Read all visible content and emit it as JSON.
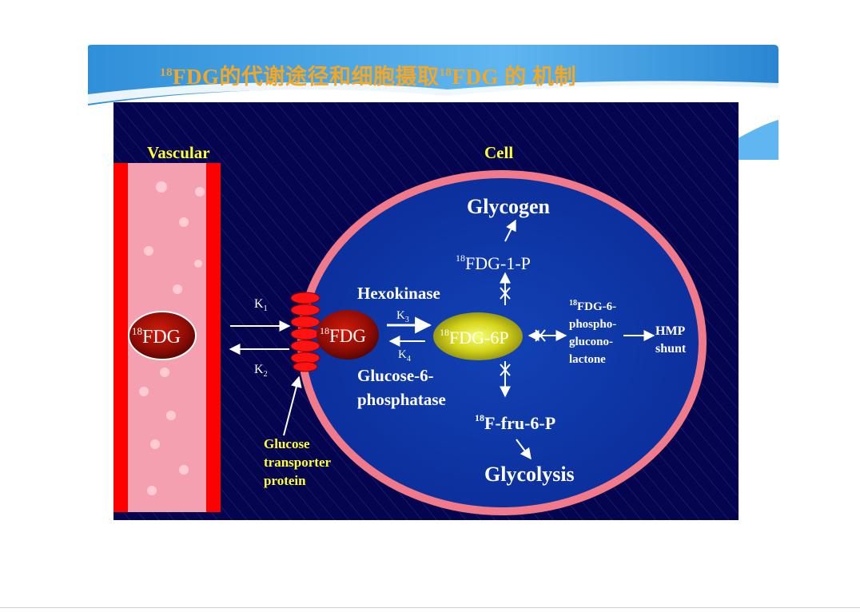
{
  "slide": {
    "title_sup": "18",
    "title_text": "FDG的代谢途径和细胞摄取",
    "title_sup2": "18",
    "title_tail": "FDG 的 机制"
  },
  "diagram": {
    "vascular_label": "Vascular",
    "cell_label": "Cell",
    "fdg_node": {
      "sup": "18",
      "text": "FDG"
    },
    "fdg_cell_node": {
      "sup": "18",
      "text": "FDG"
    },
    "fdg6p_node": {
      "sup": "18",
      "text": "FDG-6P"
    },
    "k1": {
      "main": "K",
      "sub": "1"
    },
    "k2": {
      "main": "K",
      "sub": "2"
    },
    "k3": {
      "main": "K",
      "sub": "3"
    },
    "k4": {
      "main": "K",
      "sub": "4"
    },
    "hexokinase": "Hexokinase",
    "glucose6_line1": "Glucose-6-",
    "glucose6_line2": "phosphatase",
    "glycogen": "Glycogen",
    "fdg1p": {
      "sup": "18",
      "text": "FDG-1-P"
    },
    "phospho": {
      "sup": "18",
      "line1": "FDG-6-",
      "line2": "phospho-",
      "line3": "glucono-",
      "line4": "lactone"
    },
    "hmp_line1": "HMP",
    "hmp_line2": "shunt",
    "fru6p": {
      "sup": "18",
      "text": "F-fru-6-P"
    },
    "glycolysis": "Glycolysis",
    "transporter_line1": "Glucose",
    "transporter_line2": "transporter",
    "transporter_line3": "protein"
  },
  "colors": {
    "title": "#f5a623",
    "panel": "#06065a",
    "cell": "#0e2f9e",
    "membrane": "#f07a8a",
    "vessel": "#f5a0b0",
    "vessel_wall": "#ff0000",
    "label_yellow": "#ffff33"
  }
}
